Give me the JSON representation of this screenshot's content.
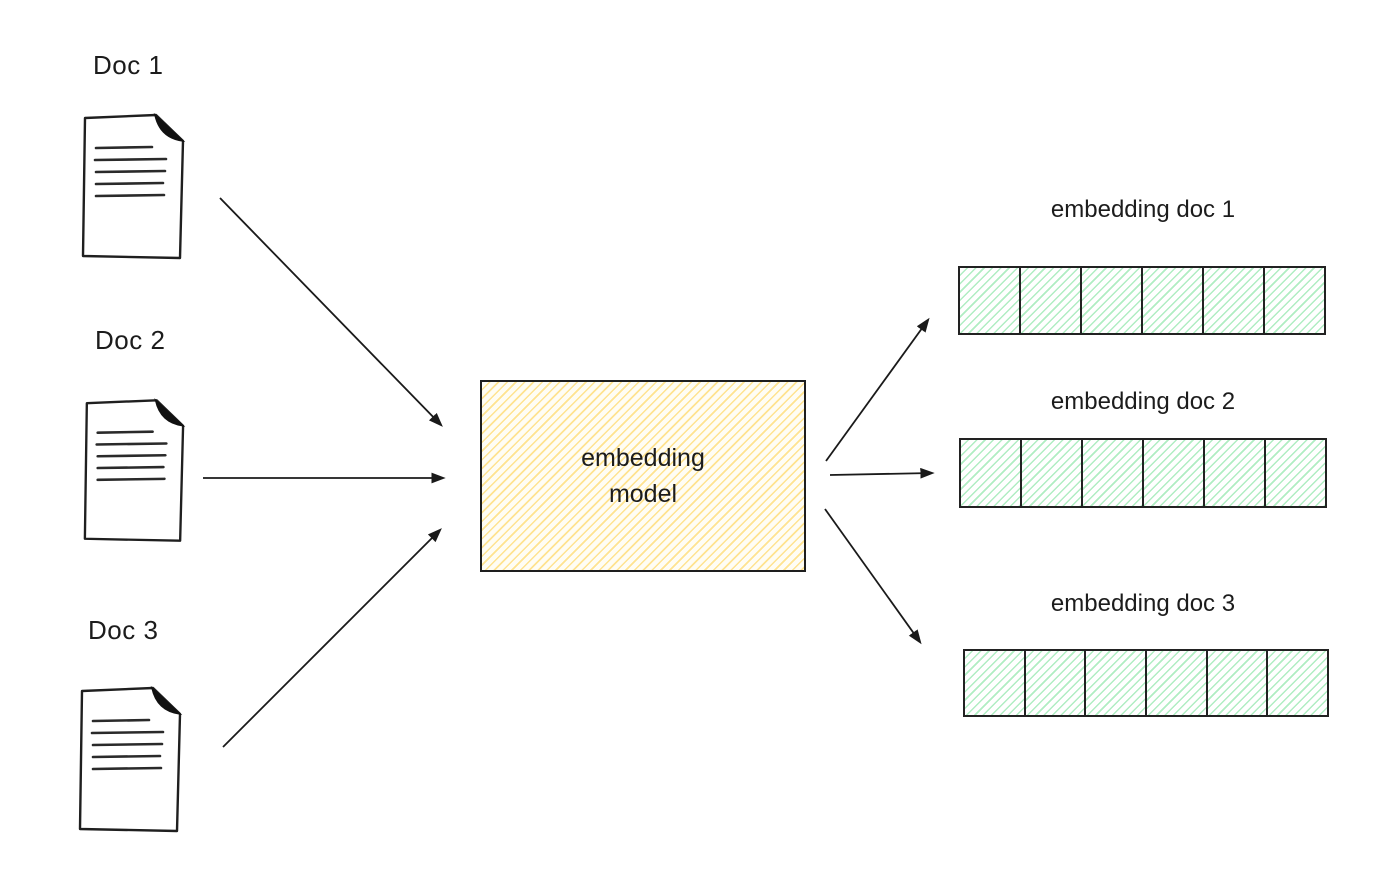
{
  "diagram": {
    "title": "documents to embedding vectors flow",
    "docs": [
      {
        "label": "Doc 1",
        "icon": "document-page-icon"
      },
      {
        "label": "Doc 2",
        "icon": "document-page-icon"
      },
      {
        "label": "Doc 3",
        "icon": "document-page-icon"
      }
    ],
    "model": {
      "label": "embedding model",
      "fill_hatch_color": "#ffda6e",
      "border_color": "#1e1e1e"
    },
    "embeddings": [
      {
        "label": "embedding doc 1",
        "cells": 6
      },
      {
        "label": "embedding doc 2",
        "cells": 6
      },
      {
        "label": "embedding doc 3",
        "cells": 6
      }
    ],
    "vector_hatch_color": "#a7ebbc",
    "arrow_color": "#1a1a1a",
    "text_color": "#1c1c1c",
    "background_color": "#ffffff"
  }
}
